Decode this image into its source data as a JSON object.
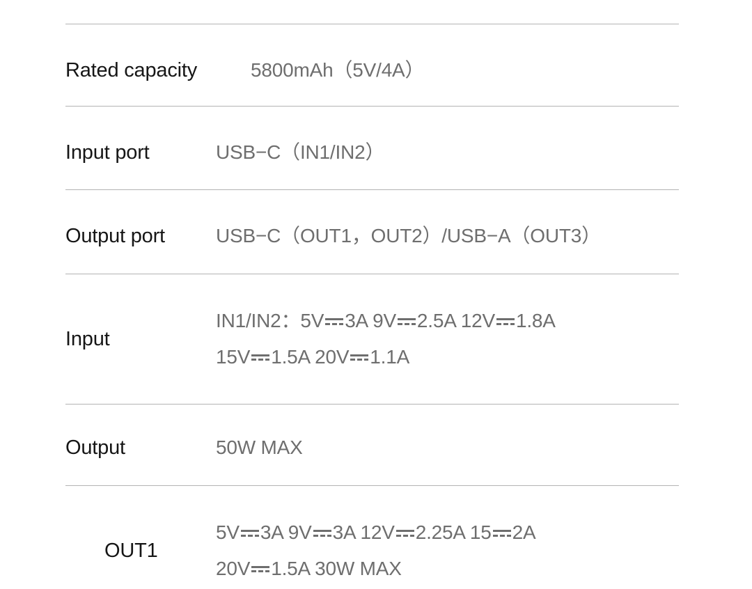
{
  "document": {
    "type": "product-specification-table",
    "colors": {
      "background": "#ffffff",
      "label_text": "#161616",
      "value_text": "#6e6e6e",
      "separator": "#b3b3b3"
    }
  },
  "specs": {
    "rated_capacity": {
      "label": "Rated capacity",
      "value": "5800mAh（5V/4A）"
    },
    "input_port": {
      "label": "Input port",
      "value": "USB−C（IN1/IN2）"
    },
    "output_port": {
      "label": "Output port",
      "value": "USB−C（OUT1，OUT2）/USB−A（OUT3）"
    },
    "input": {
      "label": "Input",
      "line1_prefix": "IN1/IN2：5V",
      "line1_seg2": "3A 9V",
      "line1_seg3": "2.5A 12V",
      "line1_seg4": "1.8A",
      "line2_prefix": "15V",
      "line2_seg2": "1.5A 20V",
      "line2_seg3": "1.1A"
    },
    "output": {
      "label": "Output",
      "value": "50W MAX"
    },
    "out1": {
      "label": "OUT1",
      "line1_prefix": "5V",
      "line1_seg2": "3A  9V",
      "line1_seg3": "3A 12V",
      "line1_seg4": "2.25A 15",
      "line1_seg5": "2A",
      "line2_prefix": "20V",
      "line2_seg2": "1.5A 30W MAX"
    }
  },
  "icons": {
    "dc_symbol": "dc-power-icon"
  }
}
